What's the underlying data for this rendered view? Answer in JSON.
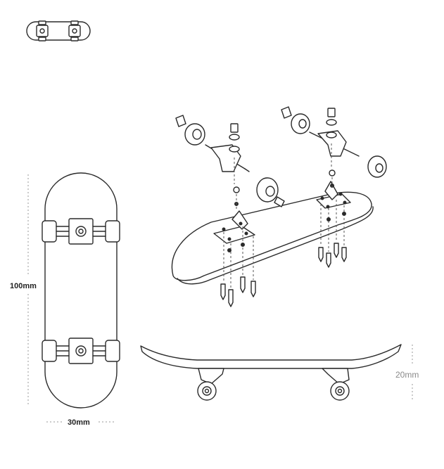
{
  "dimensions": {
    "length_label": "100mm",
    "width_label": "30mm",
    "height_label": "20mm"
  },
  "colors": {
    "line": "#2a2a2a",
    "dimension_line": "#9a9a9a",
    "height_text": "#8a8a8a",
    "background": "#ffffff"
  }
}
